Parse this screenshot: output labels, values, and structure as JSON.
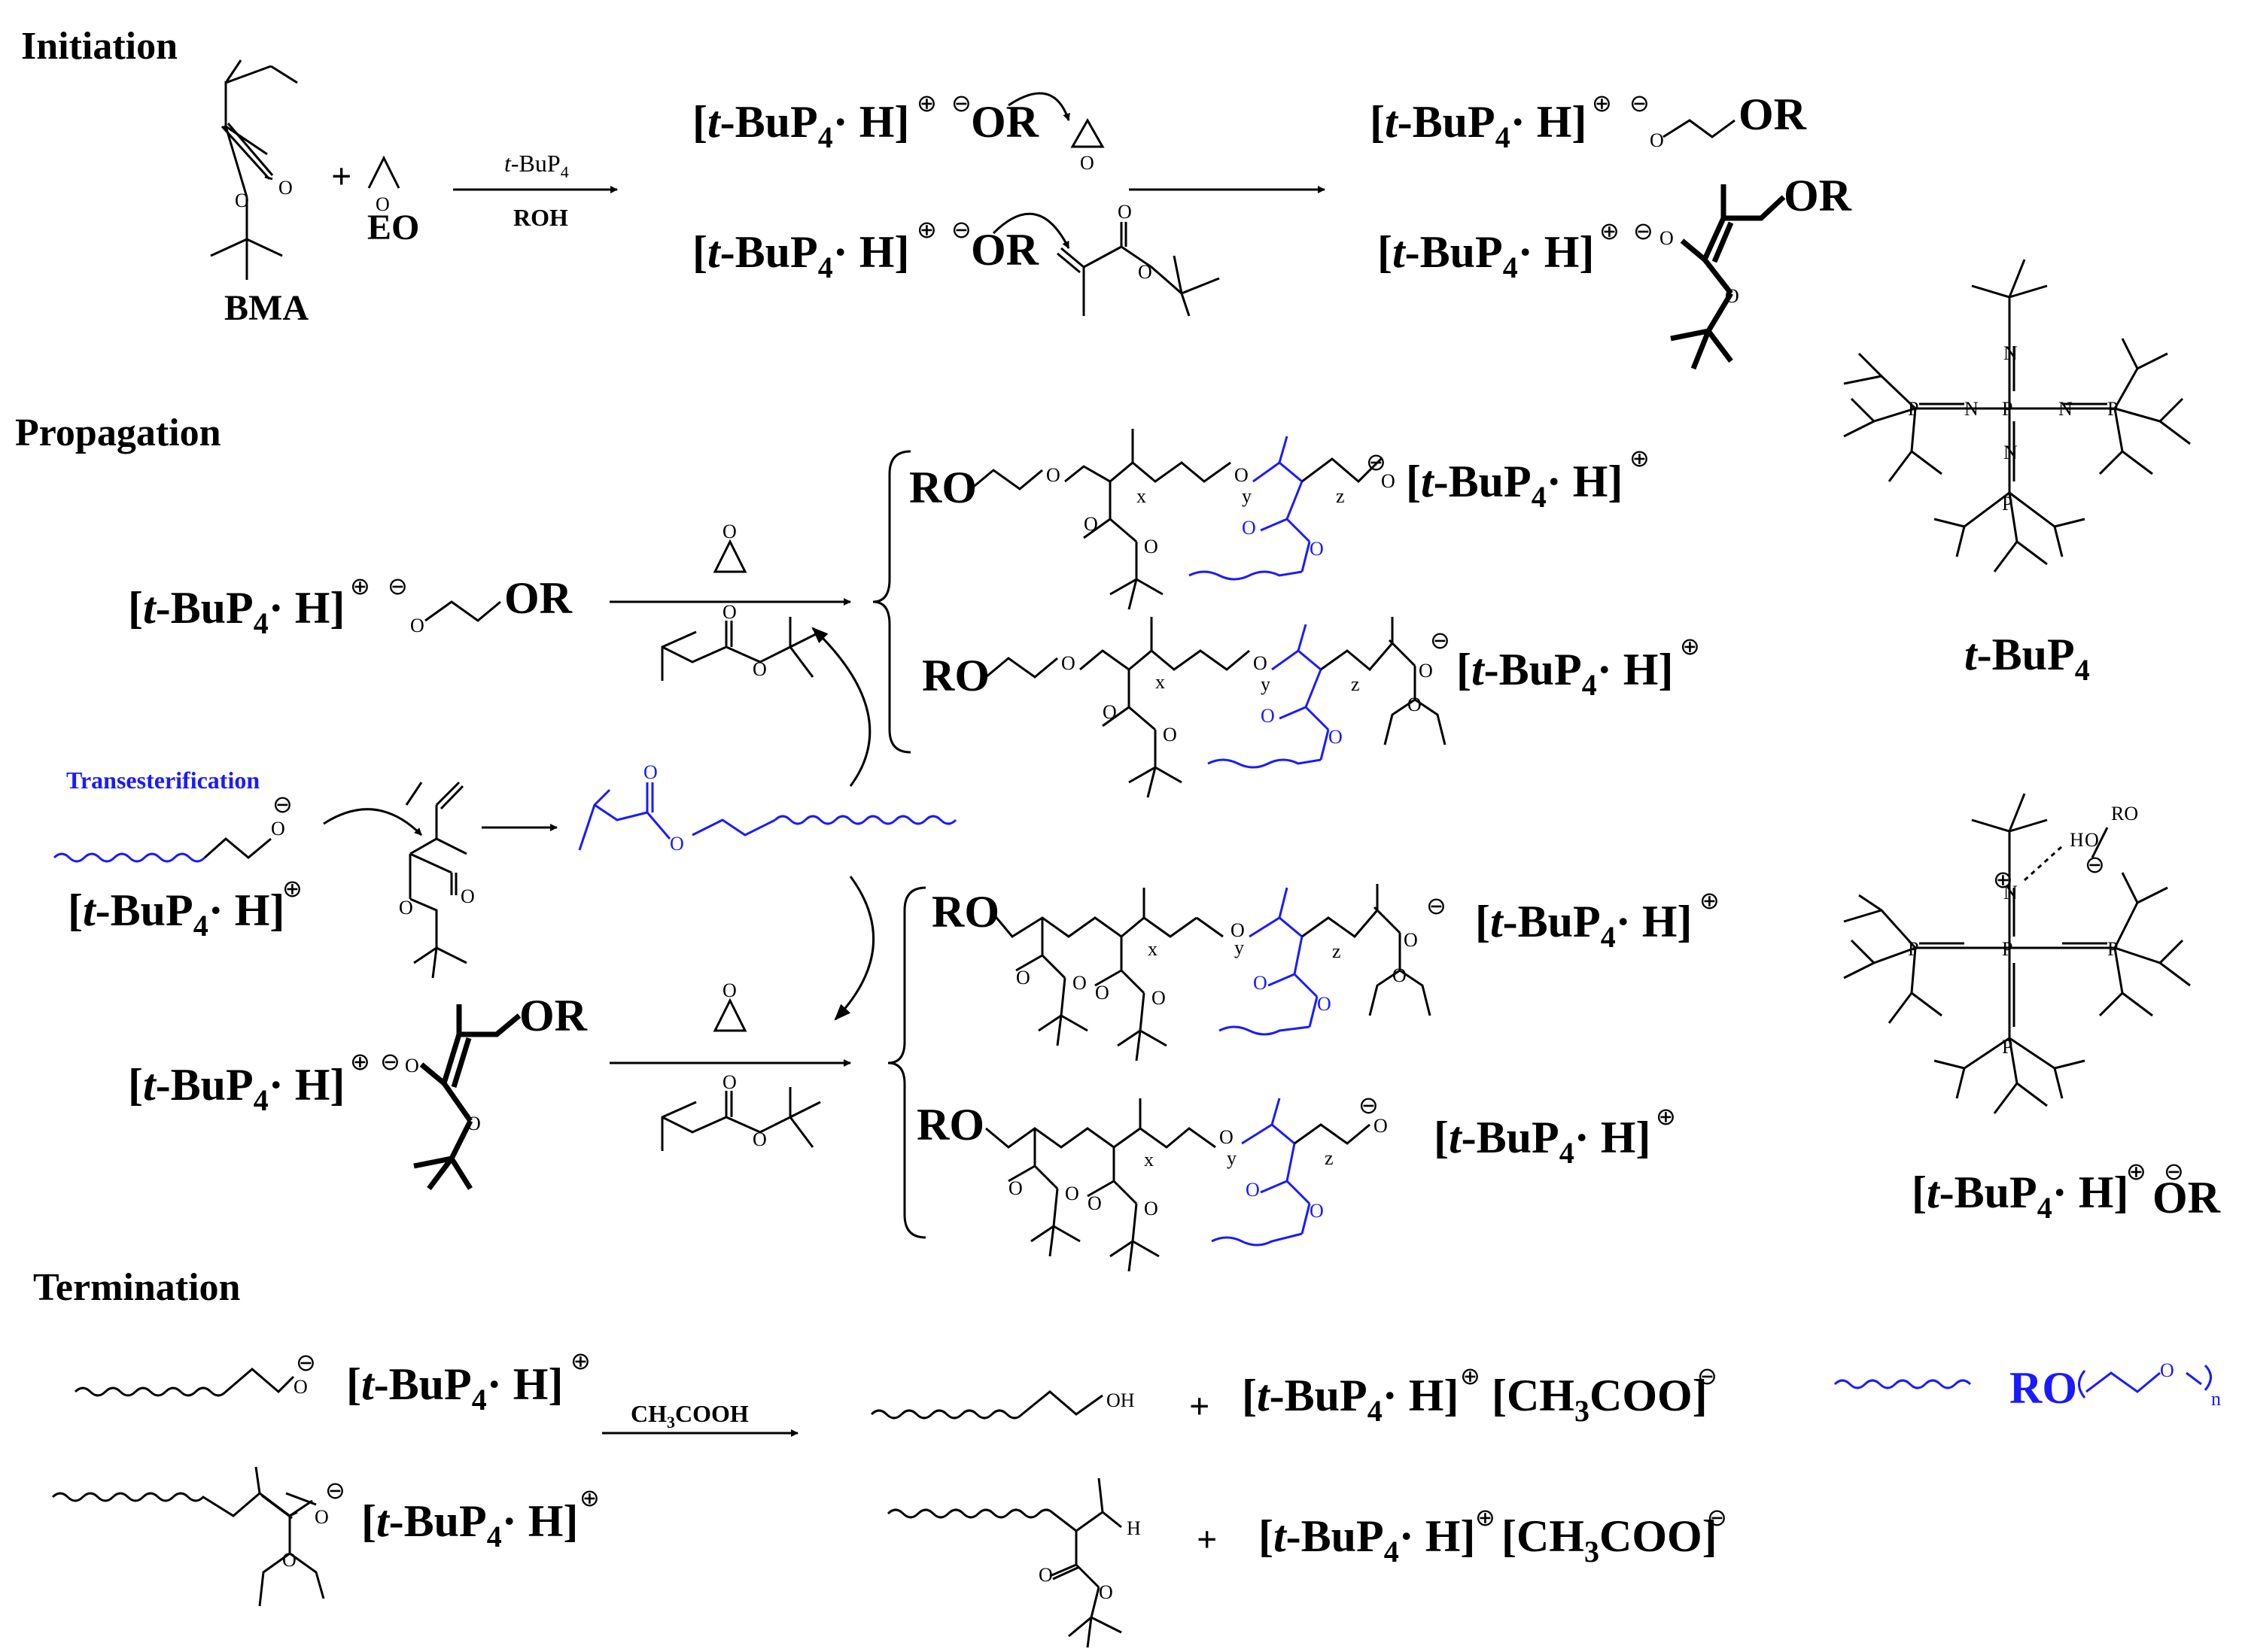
{
  "sections": {
    "initiation": "Initiation",
    "propagation": "Propagation",
    "termination": "Termination",
    "transesterification": "Transesterification"
  },
  "labels": {
    "bma": "BMA",
    "eo": "EO",
    "plus": "+",
    "base_italic": "t",
    "base_rest": "-BuP",
    "base_sub": "4",
    "ion_pair_open": "[",
    "ion_pair_close": "· H]",
    "cation": "⊕",
    "anion": "⊖",
    "or": "OR",
    "ro": "RO",
    "o": "O",
    "oh": "OH",
    "h": "H",
    "n": "N",
    "p": "P",
    "x": "x",
    "y": "y",
    "z": "z",
    "sub_n": "n"
  },
  "reagents": {
    "catalyst_italic": "t",
    "catalyst_rest": "-BuP",
    "catalyst_sub": "4",
    "roh": "ROH",
    "acid_a": "CH",
    "acid_sub": "3",
    "acid_b": "COOH",
    "acetate_a": "[CH",
    "acetate_sub": "3",
    "acetate_b": "COO]"
  },
  "structures": {
    "base_name": "t-BuP4",
    "complex_name": "[t-BuP4· H]⊕⊖OR",
    "legend_ro": "RO",
    "legend_n": "n"
  },
  "colors": {
    "ink": "#000000",
    "peg_blue": "#1a1aff"
  }
}
